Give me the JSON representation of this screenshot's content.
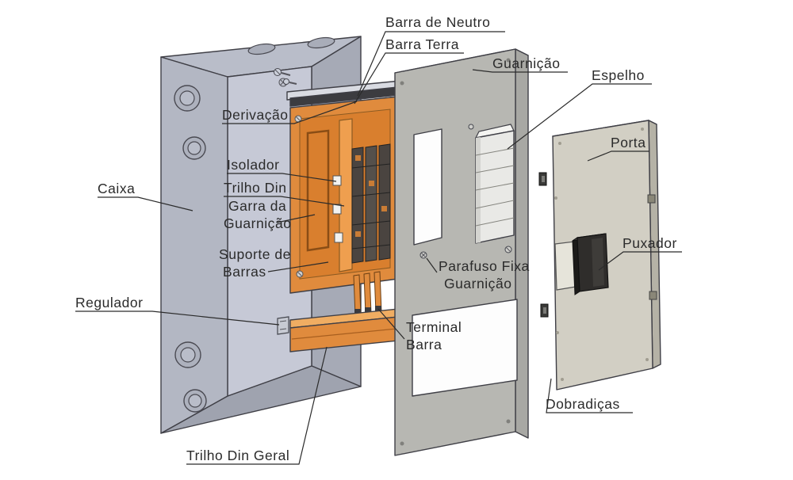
{
  "labels": {
    "barra_de_neutro": "Barra de Neutro",
    "barra_terra": "Barra Terra",
    "guarnicao": "Guarnição",
    "espelho": "Espelho",
    "porta": "Porta",
    "derivacao": "Derivação",
    "isolador": "Isolador",
    "trilho_din": "Trilho Din",
    "garra_line1": "Garra da",
    "garra_line2": "Guarnição",
    "suporte_line1": "Suporte de",
    "suporte_line2": "Barras",
    "caixa": "Caixa",
    "regulador": "Regulador",
    "parafuso_line1": "Parafuso Fixa",
    "parafuso_line2": "Guarnição",
    "puxador": "Puxador",
    "terminal_line1": "Terminal",
    "terminal_line2": "Barra",
    "dobradicas": "Dobradiças",
    "trilho_din_geral": "Trilho Din Geral"
  },
  "colors": {
    "caixa_body": "#b3b7c3",
    "caixa_interior": "#c6c9d6",
    "din_assembly_orange": "#e08b3d",
    "guarnicao_gray": "#b7b7b2",
    "espelho_white": "#e9e9e6",
    "porta_beige": "#d2cfc4",
    "puxador_dark": "#2f2d2b",
    "busbar_dark": "#3c3c40",
    "leader_line": "#2b2b2b"
  }
}
